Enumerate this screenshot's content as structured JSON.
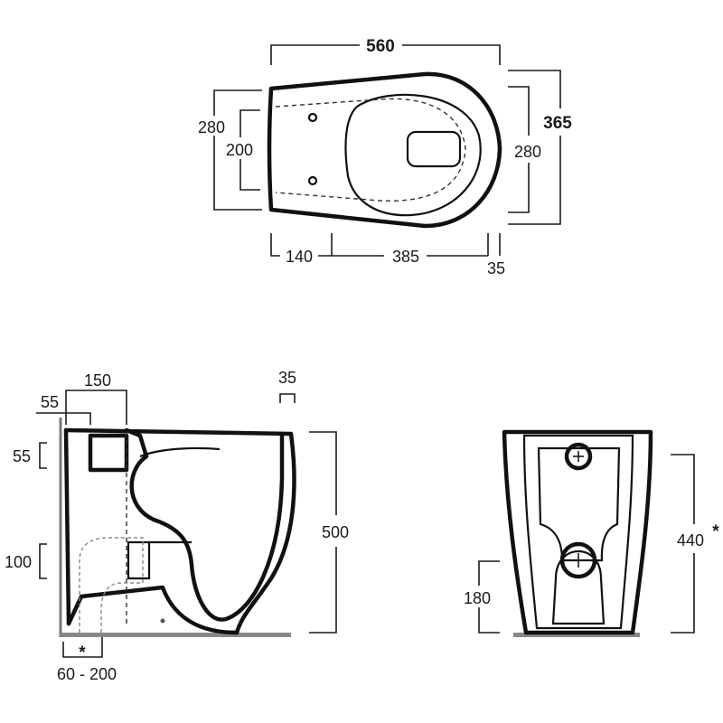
{
  "top_view": {
    "width_total": "560",
    "depth_outer": "365",
    "depth_left": "280",
    "depth_right": "280",
    "fixing_spacing": "200",
    "offset_left": "140",
    "center_span": "385",
    "offset_right": "35"
  },
  "side_view": {
    "inlet_width": "150",
    "inlet_offset": "55",
    "inlet_height": "55",
    "outlet_height": "100",
    "rim_thickness": "35",
    "total_height": "500",
    "wall_gap_mark": "*",
    "wall_gap_range": "60 - 200"
  },
  "rear_view": {
    "fixing_height": "440",
    "fixing_mark": "*",
    "outlet_height": "180"
  }
}
